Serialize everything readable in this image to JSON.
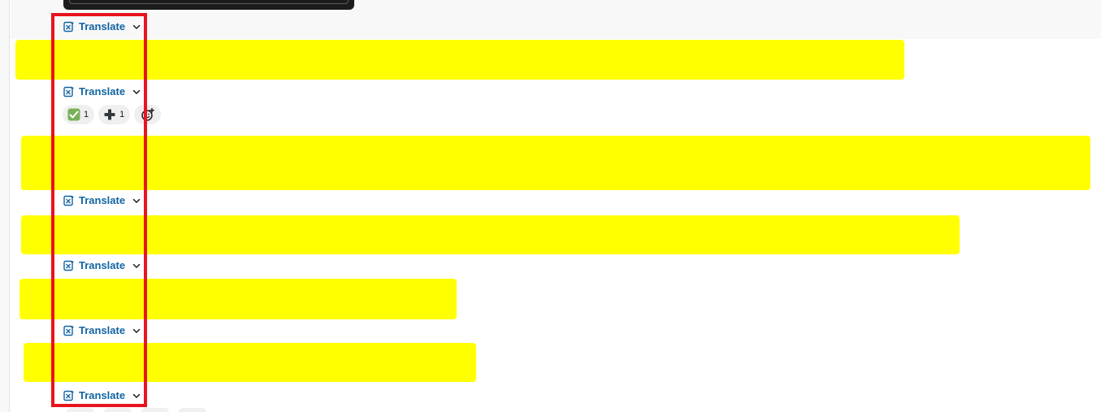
{
  "translate_label": "Translate",
  "reactions": [
    {
      "emoji": "white-check-mark",
      "count": "1"
    },
    {
      "emoji": "heavy-plus",
      "count": "1"
    }
  ],
  "colors": {
    "link_blue": "#1264a3",
    "redaction_yellow": "#ffff00",
    "annotation_red": "#e8141d",
    "reaction_pill_bg": "#efefef",
    "check_green": "#78b159"
  }
}
